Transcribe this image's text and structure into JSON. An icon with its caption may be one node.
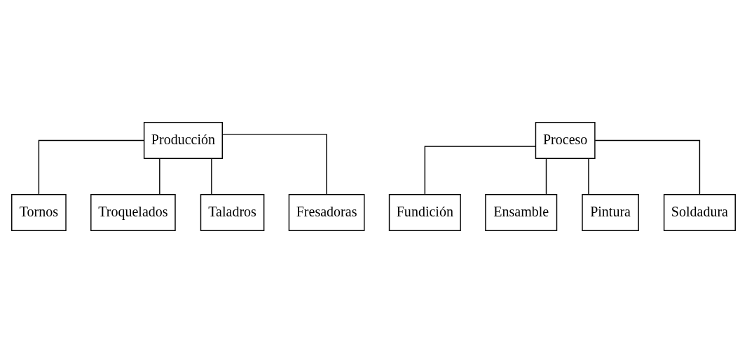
{
  "diagram": {
    "nodes": [
      {
        "text": [
          "Producción"
        ]
      },
      {
        "text": [
          "Tornos"
        ]
      },
      {
        "text": [
          "Troquelados"
        ]
      },
      {
        "text": [
          "Taladros"
        ]
      },
      {
        "text": [
          "Fresadoras"
        ]
      },
      {
        "text": [
          "Proceso"
        ]
      },
      {
        "text": [
          "Fundición"
        ]
      },
      {
        "text": [
          "Ensamble"
        ]
      },
      {
        "text": [
          "Pintura"
        ]
      },
      {
        "text": [
          "Soldadura"
        ]
      }
    ],
    "edges": [
      {
        "from": 0,
        "to": 1,
        "arrow": "none"
      },
      {
        "from": 0,
        "to": 2,
        "arrow": "none"
      },
      {
        "from": 0,
        "to": 3,
        "arrow": "none"
      },
      {
        "from": 0,
        "to": 4,
        "arrow": "none"
      },
      {
        "from": 5,
        "to": 6,
        "arrow": "none"
      },
      {
        "from": 5,
        "to": 7,
        "arrow": "none"
      },
      {
        "from": 5,
        "to": 8,
        "arrow": "none"
      },
      {
        "from": 5,
        "to": 9,
        "arrow": "none"
      }
    ]
  }
}
